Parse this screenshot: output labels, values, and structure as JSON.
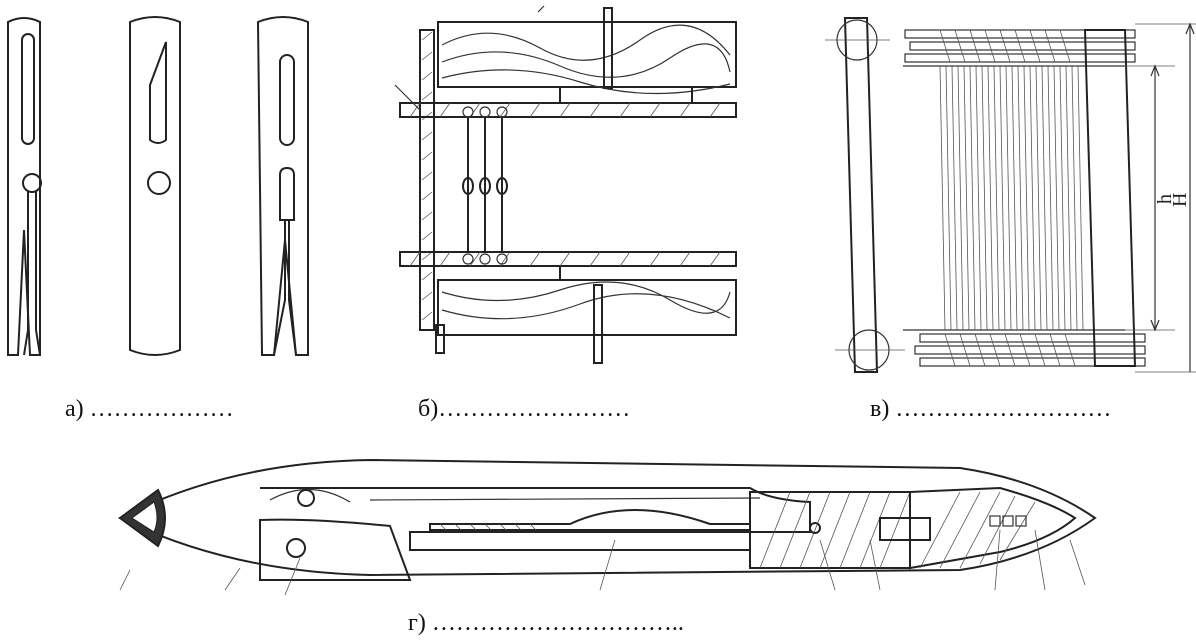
{
  "captions": {
    "a": "а)  ………………",
    "b": "б)……………………",
    "v": "в) ………………………",
    "g": "г) ………………………….."
  },
  "dimension_labels": {
    "small": "h",
    "large": "H"
  }
}
